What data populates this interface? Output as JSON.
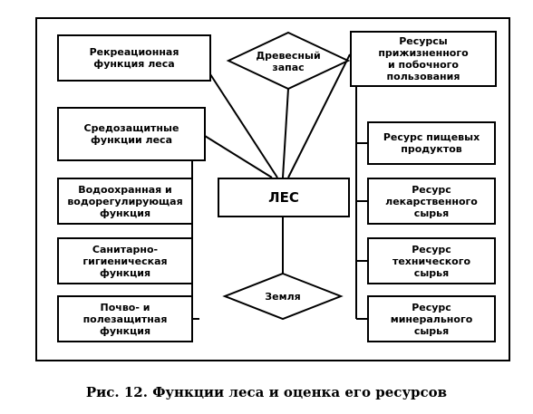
{
  "diagram": {
    "center": "ЛЕС",
    "top_diamond": "Древесный\nзапас",
    "bottom_diamond": "Земля",
    "left": {
      "recreation": "Рекреационная\nфункция леса",
      "protective": "Средозащитные\nфункции леса",
      "items": [
        "Водоохранная и\nводорегулирующая\nфункция",
        "Санитарно-\nгигиеническая\nфункция",
        "Почво- и\nполезащитная\nфункция"
      ]
    },
    "right": {
      "header": "Ресурсы\nприжизненного\nи побочного\nпользования",
      "items": [
        "Ресурс пищевых\nпродуктов",
        "Ресурс\nлекарственного\nсырья",
        "Ресурс\nтехнического\nсырья",
        "Ресурс\nминерального\nсырья"
      ]
    }
  },
  "caption": "Рис. 12. Функции леса и оценка его ресурсов"
}
